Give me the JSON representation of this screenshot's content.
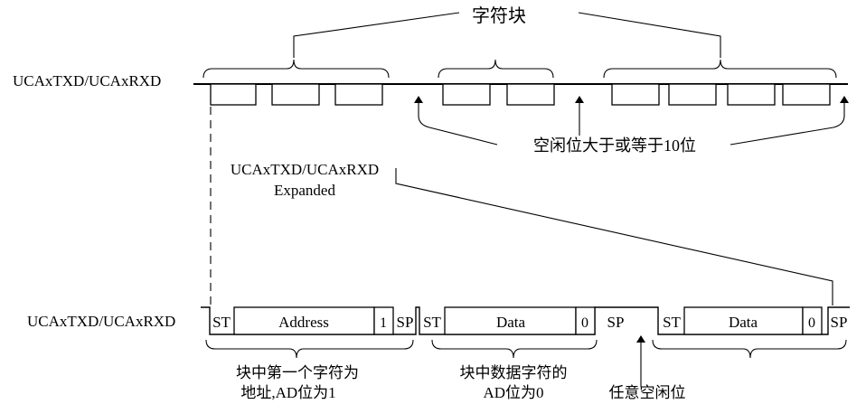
{
  "top": {
    "group_label": "字符块",
    "signal_label": "UCAxTXD/UCAxRXD",
    "idle_note": "空闲位大于或等于10位"
  },
  "expanded": {
    "label_line1": "UCAxTXD/UCAxRXD",
    "label_line2": "Expanded"
  },
  "bottom": {
    "signal_label": "UCAxTXD/UCAxRXD",
    "frames": [
      {
        "start": "ST",
        "field": "Address",
        "ad_bit": "1",
        "stop": "SP"
      },
      {
        "start": "ST",
        "field": "Data",
        "ad_bit": "0",
        "stop": "SP"
      },
      {
        "start": "ST",
        "field": "Data",
        "ad_bit": "0",
        "stop": "SP"
      }
    ],
    "notes": {
      "first_char": [
        "块中第一个字符为",
        "地址,AD位为1"
      ],
      "data_char": [
        "块中数据字符的",
        "AD位为0"
      ],
      "any_idle": "任意空闲位"
    }
  },
  "colors": {
    "line": "#000000",
    "background": "#ffffff"
  }
}
